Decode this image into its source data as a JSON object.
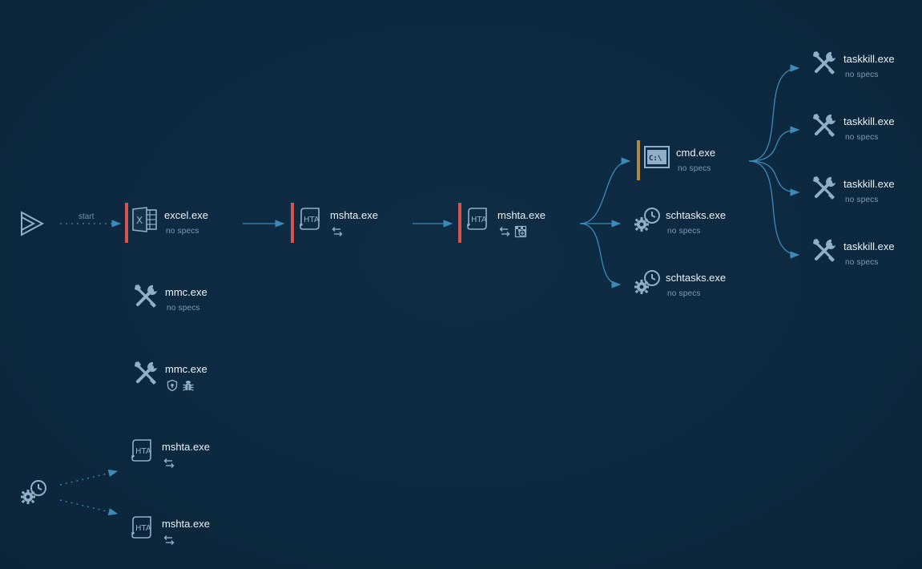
{
  "colors": {
    "background": "#0d2a42",
    "edge": "#3d8ab8",
    "icon": "#8fb0c8",
    "text": "#ecf3f8",
    "subtext": "#7c9db6",
    "marker_red": "#d65353",
    "marker_gold": "#b08a3a"
  },
  "start_label": "start",
  "entries": [
    {
      "icon": "play-icon"
    },
    {
      "icon": "scheduled-task-icon"
    }
  ],
  "nodes": {
    "excel": {
      "name": "excel.exe",
      "spec": "no specs",
      "icon": "excel-icon",
      "marker": "red"
    },
    "mshta1": {
      "name": "mshta.exe",
      "icon": "hta-script-icon",
      "marker": "red",
      "badges": [
        "exchange-arrows-icon"
      ]
    },
    "mshta2": {
      "name": "mshta.exe",
      "icon": "hta-script-icon",
      "marker": "red",
      "badges": [
        "exchange-arrows-icon",
        "network-flag-icon"
      ]
    },
    "cmd": {
      "name": "cmd.exe",
      "spec": "no specs",
      "icon": "console-icon",
      "marker": "gold"
    },
    "sch1": {
      "name": "schtasks.exe",
      "spec": "no specs",
      "icon": "scheduled-task-icon"
    },
    "sch2": {
      "name": "schtasks.exe",
      "spec": "no specs",
      "icon": "scheduled-task-icon"
    },
    "tk1": {
      "name": "taskkill.exe",
      "spec": "no specs",
      "icon": "tools-icon"
    },
    "tk2": {
      "name": "taskkill.exe",
      "spec": "no specs",
      "icon": "tools-icon"
    },
    "tk3": {
      "name": "taskkill.exe",
      "spec": "no specs",
      "icon": "tools-icon"
    },
    "tk4": {
      "name": "taskkill.exe",
      "spec": "no specs",
      "icon": "tools-icon"
    },
    "mmc1": {
      "name": "mmc.exe",
      "spec": "no specs",
      "icon": "tools-icon"
    },
    "mmc2": {
      "name": "mmc.exe",
      "icon": "tools-icon",
      "badges": [
        "shield-icon",
        "bug-icon"
      ]
    },
    "mshta3": {
      "name": "mshta.exe",
      "icon": "hta-script-icon",
      "badges": [
        "exchange-arrows-icon"
      ]
    },
    "mshta4": {
      "name": "mshta.exe",
      "icon": "hta-script-icon",
      "badges": [
        "exchange-arrows-icon"
      ]
    }
  }
}
